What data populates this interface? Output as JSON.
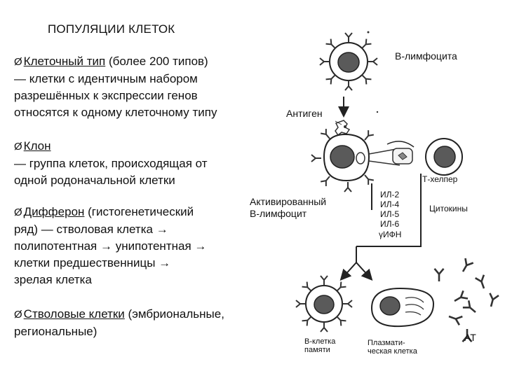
{
  "title": "ПОПУЛЯЦИИ КЛЕТОК",
  "bullet_marker": "Ø",
  "sections": [
    {
      "term": "Клеточный тип",
      "rest": " (более 200 типов)",
      "lines": [
        "— клетки с идентичным набором",
        "разрешённых к экспрессии генов",
        "относятся к одному клеточному типу"
      ]
    },
    {
      "term": "Клон",
      "rest": "",
      "lines": [
        "— группа клеток, происходящая от",
        "одной родоначальной клетки"
      ]
    },
    {
      "term": "Дифферон",
      "rest": " (гистогенетический",
      "lines": [
        " ряд) — стволовая клетка →",
        "полипотентная → унипотентная →",
        "клетки предшественницы →",
        "зрелая клетка"
      ]
    },
    {
      "term": "Стволовые клетки",
      "rest": " (эмбриональные,",
      "lines": [
        "региональные)"
      ]
    }
  ],
  "diagram": {
    "b_lymphocyte": "B-лимфоцита",
    "antigen": "Антиген",
    "activated_line1": "Активированный",
    "activated_line2": "B-лимфоцит",
    "t_helper": "Т-хелпер",
    "cytokines_list": [
      "ИЛ-2",
      "ИЛ-4",
      "ИЛ-5",
      "ИЛ-6",
      "γИФН"
    ],
    "cytokines_label": "Цитокины",
    "memory_line1": "B-клетка",
    "memory_line2": "памяти",
    "plasma_line1": "Плазмати-",
    "plasma_line2": "ческая клетка",
    "antibodies": "АТ"
  }
}
